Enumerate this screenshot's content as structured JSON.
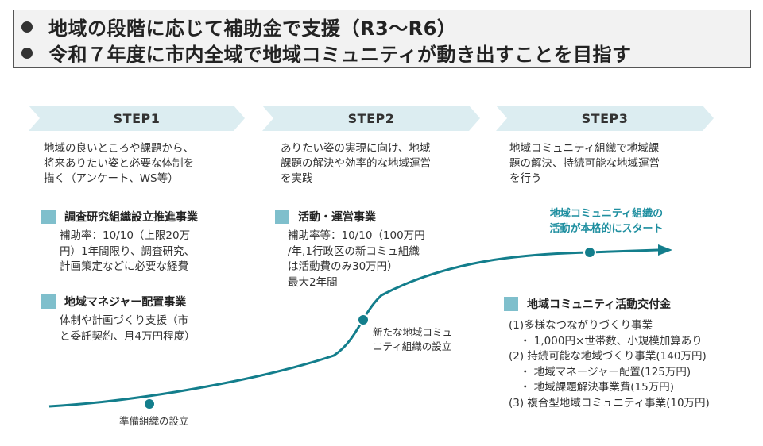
{
  "header": {
    "line1": "地域の段階に応じて補助金で支援（R3～R6）",
    "line2": "令和７年度に市内全域で地域コミュニティが動き出すことを目指す"
  },
  "steps": [
    {
      "label": "STEP1",
      "description": [
        "地域の良いところや課題から、",
        "将来ありたい姿と必要な体制を",
        "描く（アンケート、WS等）"
      ],
      "items": [
        {
          "title": "調査研究組織設立推進事業",
          "body": [
            "補助率：10/10（上限20万",
            "円）1年間限り、調査研究、",
            "計画策定などに必要な経費"
          ]
        },
        {
          "title": "地域マネジャー配置事業",
          "body": [
            "体制や計画づくり支援（市",
            "と委託契約、月4万円程度）"
          ]
        }
      ]
    },
    {
      "label": "STEP2",
      "description": [
        "ありたい姿の実現に向け、地域",
        "課題の解決や効率的な地域運営",
        "を実践"
      ],
      "items": [
        {
          "title": "活動・運営事業",
          "body": [
            "補助率等：10/10（100万円",
            "/年,1行政区の新コミュ組織",
            "は活動費のみ30万円）",
            "最大2年間"
          ]
        }
      ]
    },
    {
      "label": "STEP3",
      "description": [
        "地域コミュニティ組織で地域課",
        "題の解決、持続可能な地域運営",
        "を行う"
      ],
      "items": [
        {
          "title": "地域コミュニティ活動交付金",
          "lines": [
            {
              "text": "(1)多様なつながりづくり事業",
              "indent": false
            },
            {
              "text": "・ 1,000円×世帯数、小規模加算あり",
              "indent": true
            },
            {
              "text": "(2) 持続可能な地域づくり事業(140万円)",
              "indent": false
            },
            {
              "text": "・ 地域マネージャー配置(125万円)",
              "indent": true
            },
            {
              "text": "・ 地域課題解決事業費(15万円)",
              "indent": true
            },
            {
              "text": "(3) 複合型地域コミュニティ事業(10万円)",
              "indent": false
            }
          ]
        }
      ]
    }
  ],
  "timeline": {
    "stage1": "準備組織の設立",
    "stage2": [
      "新たな地域コミュ",
      "ニティ組織の設立"
    ],
    "highlight": [
      "地域コミュニティ組織の",
      "活動が本格的にスタート"
    ]
  },
  "colors": {
    "step_bar": "#dcedf1",
    "accent": "#1f8fa0",
    "square": "#7fbfcc",
    "curve_dot": "#137e8c"
  }
}
